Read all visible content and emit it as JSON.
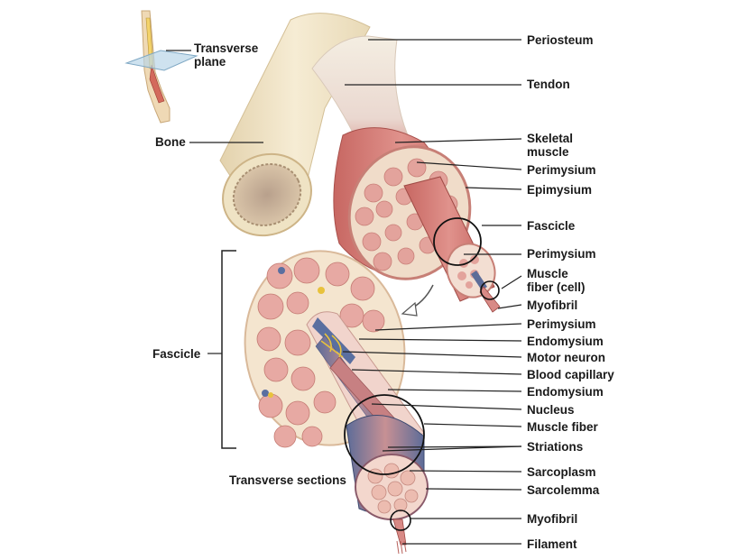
{
  "labels": {
    "transverse_plane": "Transverse\nplane",
    "periosteum": "Periosteum",
    "tendon": "Tendon",
    "bone": "Bone",
    "skeletal_muscle": "Skeletal\nmuscle",
    "perimysium_1": "Perimysium",
    "epimysium": "Epimysium",
    "fascicle_right": "Fascicle",
    "perimysium_2": "Perimysium",
    "muscle_fiber_cell": "Muscle\nfiber (cell)",
    "myofibril_1": "Myofibril",
    "perimysium_3": "Perimysium",
    "endomysium_1": "Endomysium",
    "motor_neuron": "Motor neuron",
    "blood_capillary": "Blood capillary",
    "endomysium_2": "Endomysium",
    "nucleus": "Nucleus",
    "muscle_fiber": "Muscle fiber",
    "striations": "Striations",
    "sarcoplasm": "Sarcoplasm",
    "sarcolemma": "Sarcolemma",
    "myofibril_2": "Myofibril",
    "filament": "Filament",
    "fascicle_left": "Fascicle",
    "transverse_sections": "Transverse sections"
  },
  "colors": {
    "bone": "#efe3c4",
    "muscle": "#d88a86",
    "muscle_dark": "#b44a4a",
    "fiber_pale": "#f1d4cc",
    "fascicle_pink": "#e7a9a3",
    "nerve_yellow": "#e8c23c",
    "vessel_blue": "#5a6fa0",
    "leader": "#222222"
  }
}
